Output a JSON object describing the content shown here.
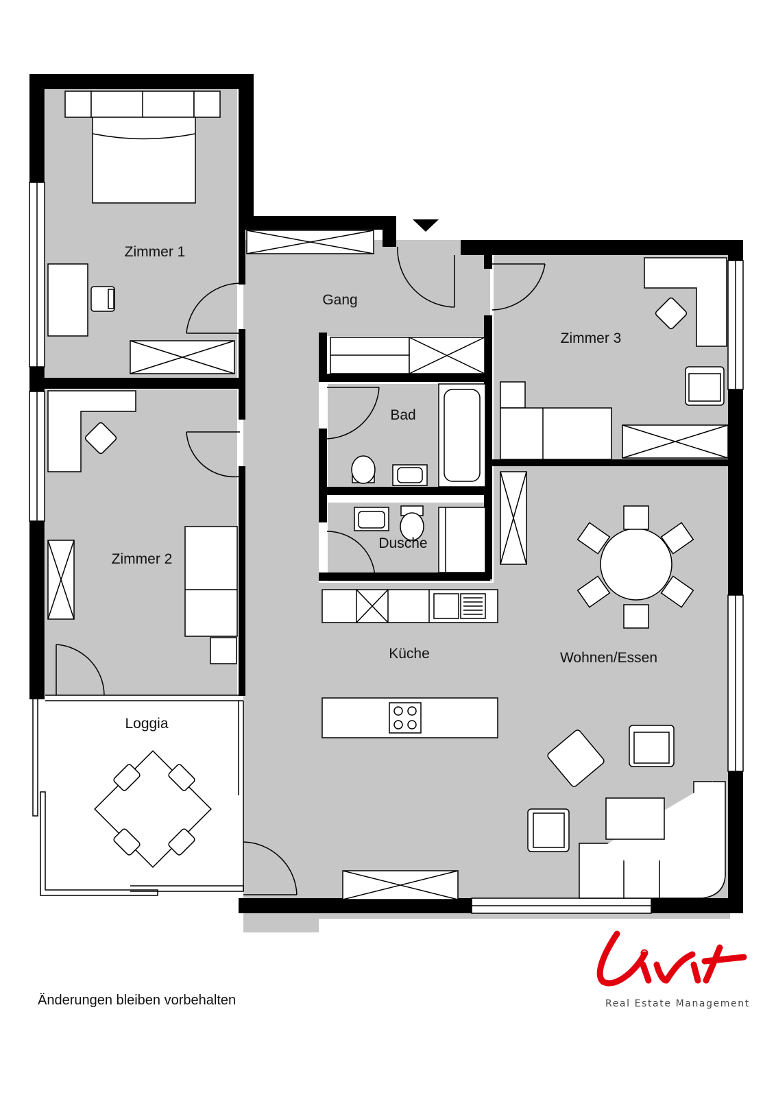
{
  "rooms": {
    "zimmer1": "Zimmer 1",
    "gang": "Gang",
    "zimmer3": "Zimmer 3",
    "bad": "Bad",
    "zimmer2": "Zimmer 2",
    "dusche": "Dusche",
    "kueche": "Küche",
    "wohnen": "Wohnen/Essen",
    "loggia": "Loggia"
  },
  "footer": {
    "disclaimer": "Änderungen bleiben vorbehalten"
  },
  "logo": {
    "wordmark": "Livit",
    "tagline": "Real Estate Management",
    "color": "#e2000f"
  },
  "colors": {
    "floor": "#c6c6c6",
    "wall": "#000000",
    "furniture": "#ffffff"
  }
}
